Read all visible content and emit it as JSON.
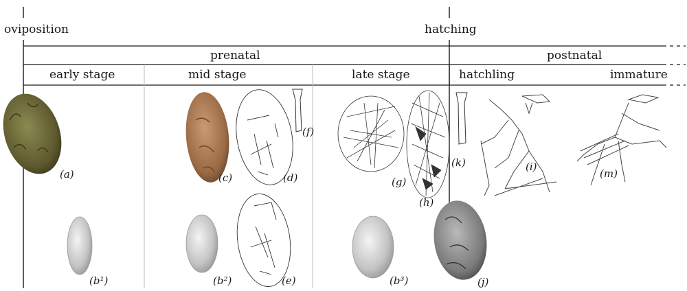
{
  "timeline": {
    "oviposition": "oviposition",
    "hatching": "hatching"
  },
  "periods": {
    "prenatal": "prenatal",
    "postnatal": "postnatal"
  },
  "stages": {
    "early": "early stage",
    "mid": "mid stage",
    "late": "late stage",
    "hatchling": "hatchling",
    "immature": "immature"
  },
  "panels": {
    "a": "(a)",
    "b1": "(b1)",
    "c": "(c)",
    "d": "(d)",
    "e": "(e)",
    "f": "(f)",
    "g": "(g)",
    "h": "(h)",
    "i": "(i)",
    "j": "(j)",
    "k": "(k)",
    "m": "(m)"
  },
  "b_panel_labels": {
    "b1": "(b¹)",
    "b2": "(b²)",
    "b3": "(b³)"
  },
  "colors": {
    "line": "#1a1a1a",
    "divider": "#bdbdbd",
    "egg_fill": "#b8b8b8",
    "fossil_green": "#5f5a2e",
    "fossil_brown": "#9a6a45",
    "fossil_grey": "#6e6e6e"
  }
}
